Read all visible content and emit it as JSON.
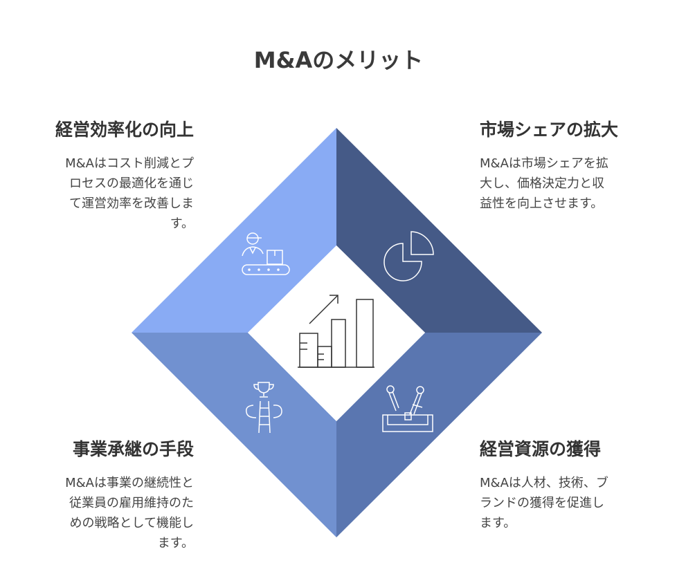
{
  "title": "M&Aのメリット",
  "colors": {
    "top_left": "#89abf4",
    "top_right": "#455a87",
    "bottom_left": "#7191d0",
    "bottom_right": "#5a76b0",
    "center": "#ffffff"
  },
  "blocks": {
    "top_left": {
      "heading": "経営効率化の向上",
      "lines": [
        "M&Aはコスト削減とプ",
        "ロセスの最適化を通じ",
        "て運営効率を改善しま",
        "す。"
      ],
      "icon": "worker-conveyor-icon"
    },
    "top_right": {
      "heading": "市場シェアの拡大",
      "lines": [
        "M&Aは市場シェアを拡",
        "大し、価格決定力と収",
        "益性を向上させます。"
      ],
      "icon": "pie-chart-icon"
    },
    "bottom_left": {
      "heading": "事業承継の手段",
      "lines": [
        "M&Aは事業の継続性と",
        "従業員の雇用維持のた",
        "めの戦略として機能し",
        "ます。"
      ],
      "icon": "trophy-ladder-icon"
    },
    "bottom_right": {
      "heading": "経営資源の獲得",
      "lines": [
        "M&Aは人材、技術、ブ",
        "ランドの獲得を促進し",
        "ます。"
      ],
      "icon": "tools-box-icon"
    }
  },
  "center_icon": "growth-bar-chart-icon"
}
